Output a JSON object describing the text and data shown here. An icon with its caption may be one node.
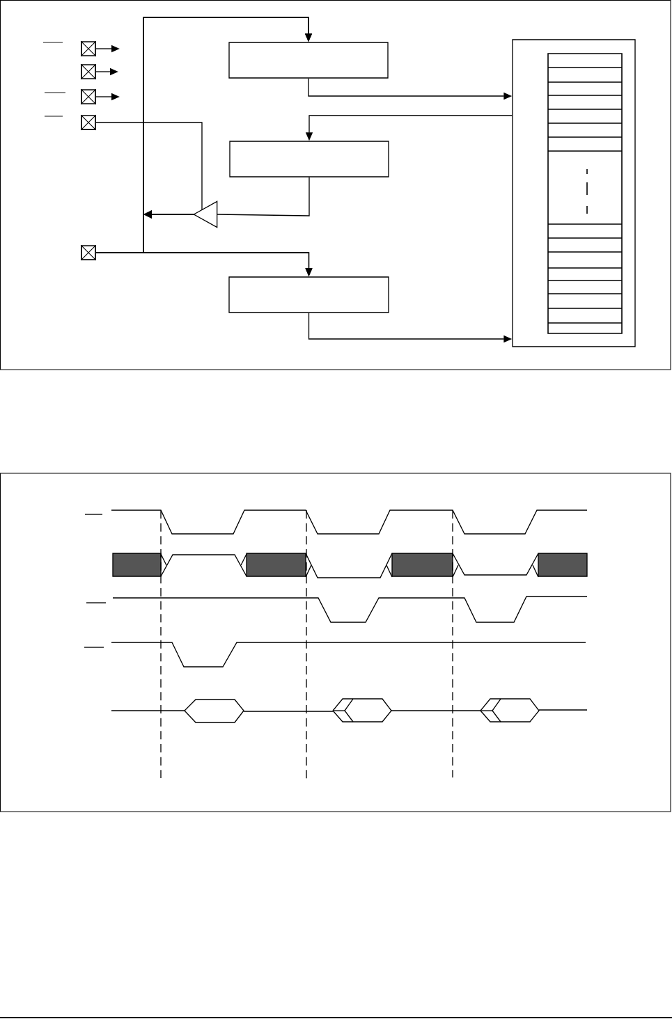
{
  "diagram": {
    "nodes": [
      {
        "text": [],
        "shape": "square"
      },
      {
        "text": [],
        "shape": "square"
      },
      {
        "text": [],
        "shape": "square"
      },
      {
        "text": [],
        "shape": "square"
      },
      {
        "text": [],
        "shape": "square"
      },
      {
        "text": [],
        "shape": "box"
      },
      {
        "text": [],
        "shape": "box"
      },
      {
        "text": [],
        "shape": "box"
      },
      {
        "text": [],
        "shape": "triangle"
      },
      {
        "text": [],
        "shape": "box"
      },
      {
        "text": [],
        "shape": "table",
        "in": 9
      }
    ],
    "edges": [
      {
        "from": 0,
        "to": null,
        "arrow": "to"
      },
      {
        "from": 1,
        "to": null,
        "arrow": "to"
      },
      {
        "from": 2,
        "to": null,
        "arrow": "to"
      },
      {
        "from": 3,
        "to": 8,
        "arrow": "none"
      },
      {
        "from": 6,
        "to": 8,
        "arrow": "none"
      },
      {
        "from": 8,
        "to": 5,
        "arrow": "to"
      },
      {
        "from": 8,
        "to": 7,
        "arrow": "to"
      },
      {
        "from": 4,
        "to": 5,
        "arrow": "to"
      },
      {
        "from": 4,
        "to": 7,
        "arrow": "to"
      },
      {
        "from": 5,
        "to": 9,
        "arrow": "to"
      },
      {
        "from": 9,
        "to": 6,
        "arrow": "to"
      },
      {
        "from": 7,
        "to": 9,
        "arrow": "to"
      }
    ]
  }
}
